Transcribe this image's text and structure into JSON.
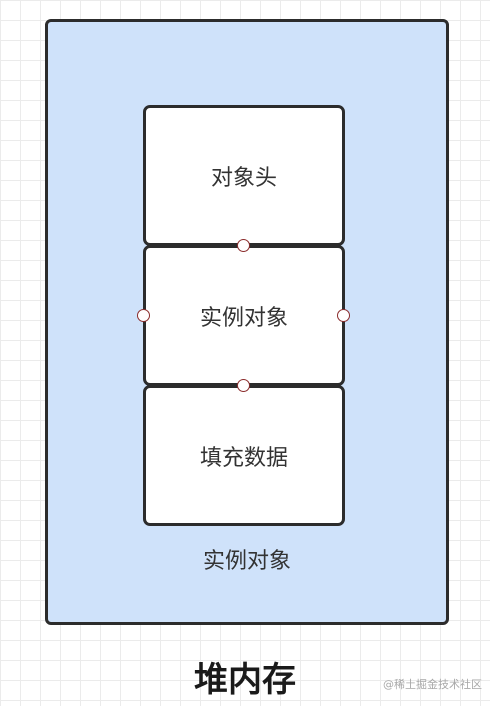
{
  "diagram": {
    "blocks": [
      {
        "label": "对象头"
      },
      {
        "label": "实例对象"
      },
      {
        "label": "填充数据"
      }
    ],
    "container_label": "实例对象",
    "title": "堆内存",
    "watermark": "@稀土掘金技术社区",
    "colors": {
      "container_fill": "#cfe2fa",
      "block_fill": "#ffffff",
      "stroke": "#2c2c2c",
      "port_stroke": "#8b2c2c"
    }
  }
}
